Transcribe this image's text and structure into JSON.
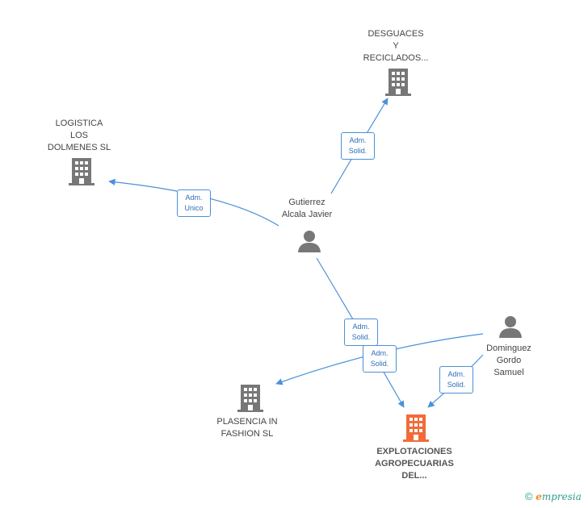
{
  "nodes": {
    "desguaces": {
      "label": "DESGUACES\nY\nRECICLADOS...",
      "kind": "company"
    },
    "logistica": {
      "label": "LOGISTICA\nLOS\nDOLMENES SL",
      "kind": "company"
    },
    "gutierrez": {
      "label": "Gutierrez\nAlcala Javier",
      "kind": "person"
    },
    "dominguez": {
      "label": "Dominguez\nGordo\nSamuel",
      "kind": "person"
    },
    "plasencia": {
      "label": "PLASENCIA IN\nFASHION SL",
      "kind": "company"
    },
    "explotaciones": {
      "label": "EXPLOTACIONES\nAGROPECUARIAS\nDEL...",
      "kind": "company-main"
    }
  },
  "edges": {
    "e1": {
      "label": "Adm.\nSolid."
    },
    "e2": {
      "label": "Adm.\nUnico"
    },
    "e3": {
      "label": "Adm.\nSolid."
    },
    "e4": {
      "label": "Adm.\nSolid."
    },
    "e5": {
      "label": "Adm.\nSolid."
    }
  },
  "colors": {
    "edge": "#4a90d9",
    "icon_default": "#777777",
    "icon_main": "#f26b3a"
  },
  "footer": {
    "copyright": "©",
    "brand_initial": "e",
    "brand_rest": "mpresia"
  }
}
